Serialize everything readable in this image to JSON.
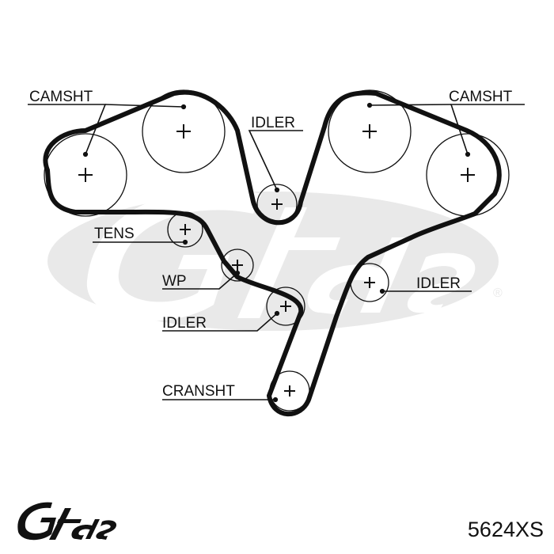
{
  "labels": {
    "camshaft_left": "CAMSHT",
    "camshaft_right": "CAMSHT",
    "idler_top": "IDLER",
    "tensioner": "TENS",
    "water_pump": "WP",
    "idler_lower_left": "IDLER",
    "idler_right": "IDLER",
    "crankshaft": "CRANSHT"
  },
  "part_number": "5624XS",
  "watermark_trademark": "®",
  "colors": {
    "ink": "#111111",
    "watermark": "#e9e9e9",
    "background": "#ffffff"
  }
}
